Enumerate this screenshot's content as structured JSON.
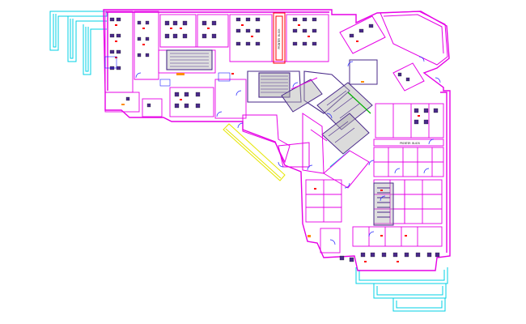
{
  "drawing": {
    "type": "cad-floor-plan",
    "background": "#ffffff",
    "colors": {
      "wall": "#e600e6",
      "partition": "#c000c0",
      "dark_line": "#4a2a8a",
      "core_fill": "#b0b0b0",
      "cyan": "#00d2e6",
      "yellow": "#e6e600",
      "green": "#00b000",
      "red": "#ff0000",
      "orange": "#ff8c00",
      "blue": "#1e1eff"
    }
  },
  "labels": {
    "printer_block_north": "PRINTER BLOCK",
    "printer_block_east": "PRINTER BLOCK"
  },
  "icons": [
    "workstation-cluster-icon",
    "door-swing-icon",
    "stair-icon",
    "lift-core-icon"
  ]
}
